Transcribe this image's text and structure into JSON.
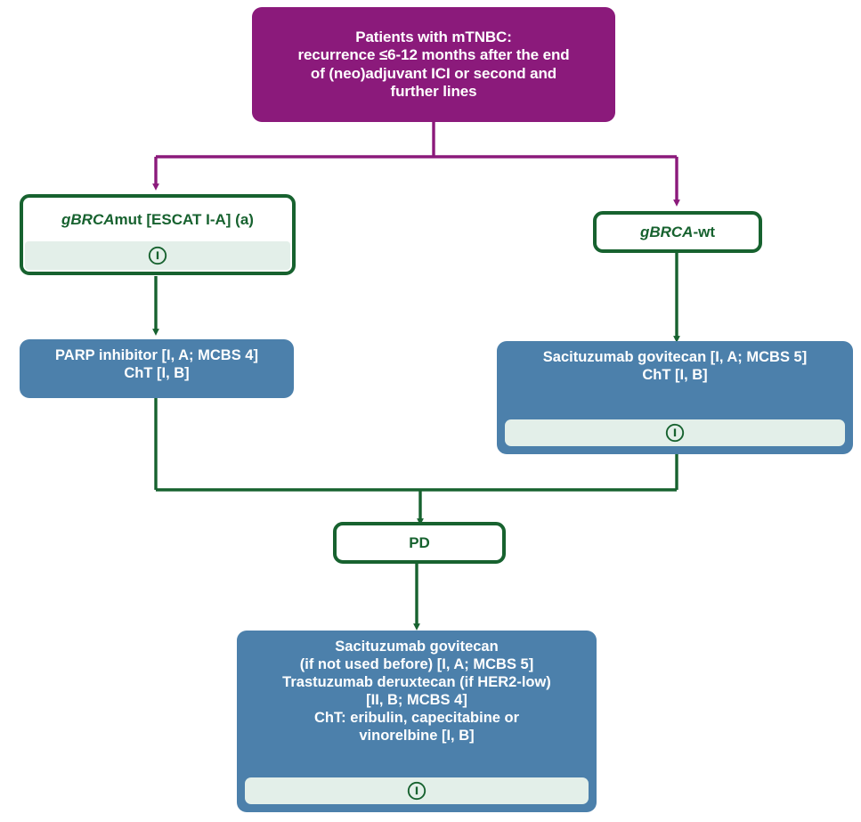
{
  "diagram": {
    "title": "mTNBC treatment algorithm",
    "colors": {
      "purple": "#8B1A7B",
      "green": "#17622F",
      "blue": "#4C80AB",
      "info_strip": "#E3EFE9",
      "white": "#FFFFFF"
    },
    "icons": {
      "info": "info-icon"
    }
  },
  "nodes": {
    "root": {
      "text": "Patients with mTNBC:\nrecurrence ≤6-12 months after the end\nof (neo)adjuvant ICI or second and\nfurther lines"
    },
    "brca_mut": {
      "gene": "gBRCA",
      "rest": "mut [ESCAT I-A] (a)",
      "has_info": true
    },
    "brca_wt": {
      "gene": "gBRCA",
      "rest": "-wt",
      "has_info": false
    },
    "parp": {
      "text": "PARP inhibitor [I, A; MCBS 4]\nChT [I, B]",
      "has_info": false
    },
    "sacituzumab": {
      "text": "Sacituzumab govitecan [I, A; MCBS 5]\nChT [I, B]",
      "has_info": true
    },
    "pd": {
      "text": "PD",
      "has_info": false
    },
    "later_lines": {
      "text": "Sacituzumab govitecan\n(if not used before) [I, A; MCBS 5]\nTrastuzumab deruxtecan (if HER2-low)\n[II, B; MCBS 4]\nChT: eribulin, capecitabine or\nvinorelbine [I, B]",
      "has_info": true
    }
  }
}
